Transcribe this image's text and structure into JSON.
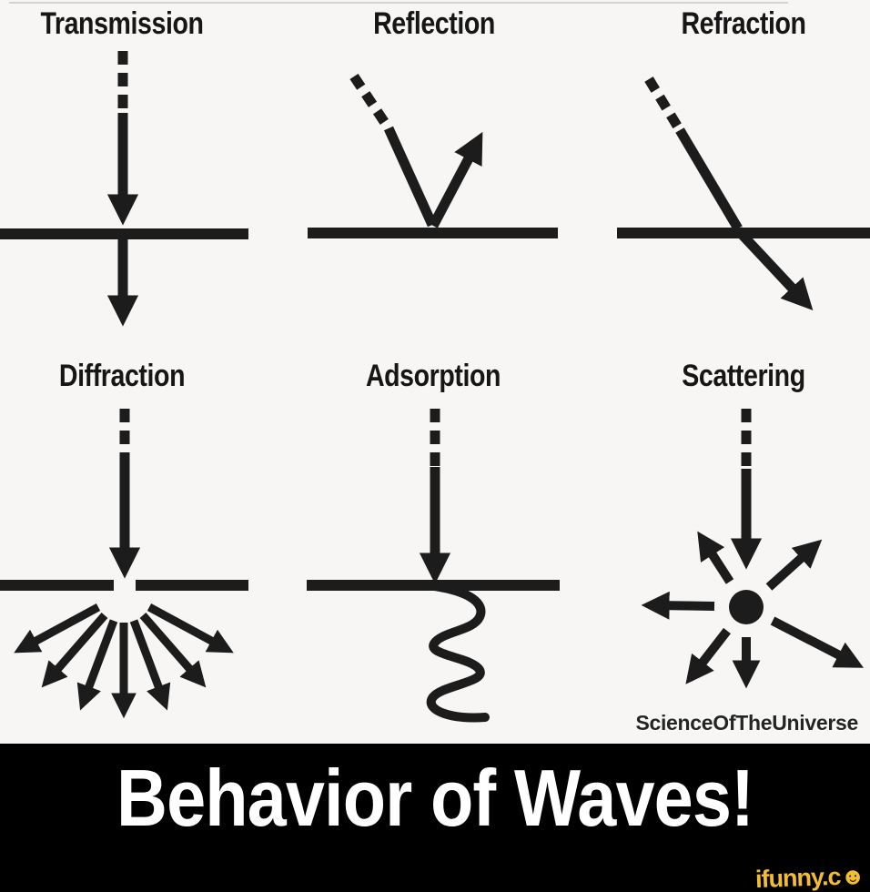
{
  "panels": [
    {
      "id": "transmission",
      "label": "Transmission"
    },
    {
      "id": "reflection",
      "label": "Reflection"
    },
    {
      "id": "refraction",
      "label": "Refraction"
    },
    {
      "id": "diffraction",
      "label": "Diffraction"
    },
    {
      "id": "adsorption",
      "label": "Adsorption"
    },
    {
      "id": "scattering",
      "label": "Scattering"
    }
  ],
  "watermark": {
    "text": "ScienceOfTheUniverse"
  },
  "caption": {
    "text": "Behavior of Waves!"
  },
  "footer": {
    "logo_text": "ifunny.c",
    "logo_smiley": "☻"
  },
  "colors": {
    "ink": "#1c1c1c",
    "background": "#f7f6f4",
    "caption_bar": "#000000",
    "caption_text": "#ffffff",
    "logo_yellow": "#f2bd30",
    "watermark_text": "#252525"
  }
}
